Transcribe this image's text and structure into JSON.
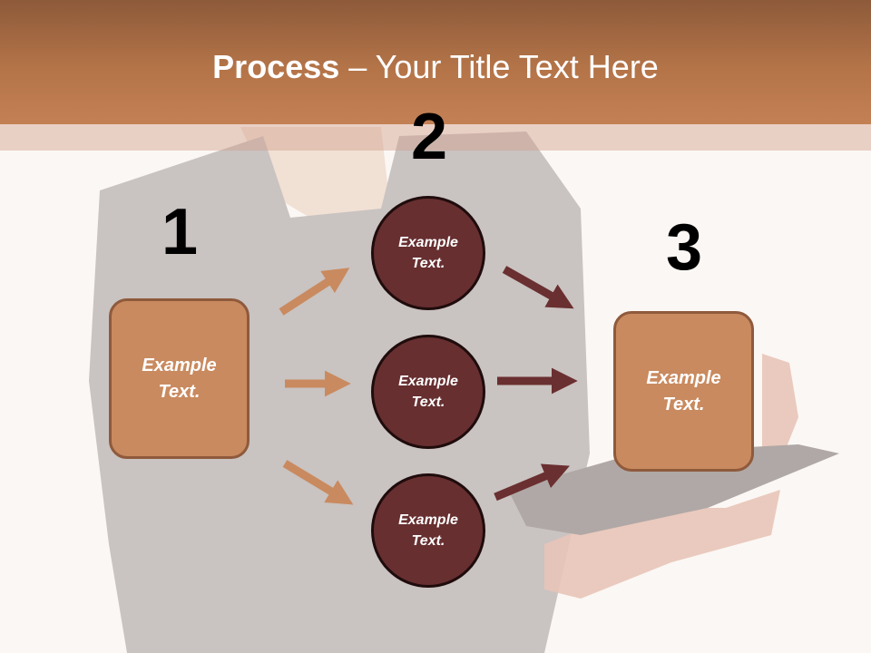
{
  "title": {
    "bold": "Process",
    "dash": " – ",
    "rest": "Your Title Text Here"
  },
  "numbers": [
    "1",
    "2",
    "3"
  ],
  "left_box": {
    "line1": "Example",
    "line2": "Text."
  },
  "right_box": {
    "line1": "Example",
    "line2": "Text."
  },
  "circles": [
    {
      "line1": "Example",
      "line2": "Text."
    },
    {
      "line1": "Example",
      "line2": "Text."
    },
    {
      "line1": "Example",
      "line2": "Text."
    }
  ],
  "colors": {
    "header": "#b47448",
    "box_fill": "#c98a5f",
    "circle_fill": "#672f30",
    "arrow_light": "#c98a5f",
    "arrow_dark": "#6a2f30"
  }
}
